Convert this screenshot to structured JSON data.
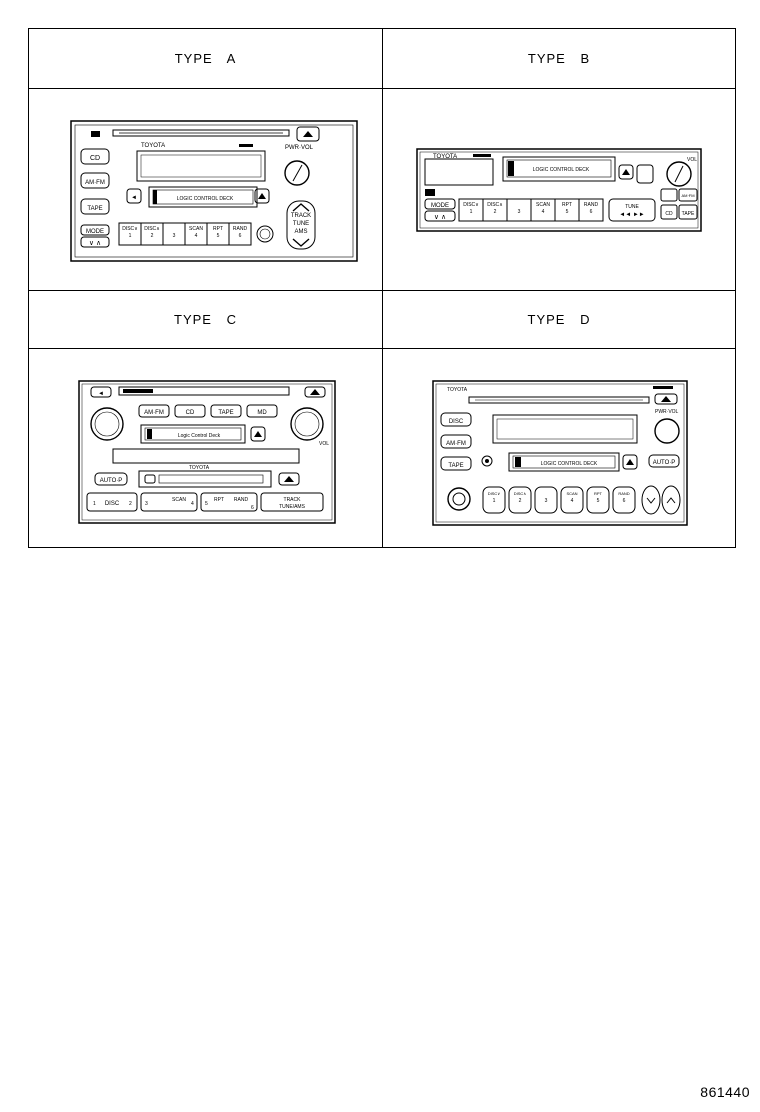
{
  "types": {
    "a": {
      "header": "TYPE A"
    },
    "b": {
      "header": "TYPE B"
    },
    "c": {
      "header": "TYPE C"
    },
    "d": {
      "header": "TYPE D"
    }
  },
  "radio_a": {
    "brand": "TOYOTA",
    "knob": "PWR·VOL",
    "cd": "CD",
    "amfm": "AM·FM",
    "tape": "TAPE",
    "mode": "MODE",
    "deck": "LOGIC CONTROL DECK",
    "track": "TRACK",
    "tune": "TUNE",
    "ams": "AMS",
    "disc_down": "DISC∨",
    "disc_up": "DISC∧",
    "scan": "SCAN",
    "rpt": "RPT",
    "rand": "RAND",
    "p1": "1",
    "p2": "2",
    "p3": "3",
    "p4": "4",
    "p5": "5",
    "p6": "6"
  },
  "radio_b": {
    "brand": "TOYOTA",
    "deck": "LOGIC CONTROL DECK",
    "mode": "MODE",
    "vol": "VOL",
    "amfm": "AM·FM",
    "cd": "CD",
    "tape": "TAPE",
    "tune": "TUNE",
    "disc_down": "DISC∨",
    "disc_up": "DISC∧",
    "scan": "SCAN",
    "rpt": "RPT",
    "rand": "RAND",
    "p1": "1",
    "p2": "2",
    "p3": "3",
    "p4": "4",
    "p5": "5",
    "p6": "6"
  },
  "radio_c": {
    "brand": "TOYOTA",
    "amfm": "AM·FM",
    "cd": "CD",
    "tape": "TAPE",
    "md": "MD",
    "deck": "Logic Control Deck",
    "vol": "VOL",
    "auto_p": "AUTO·P",
    "disc": "DISC",
    "scan": "SCAN",
    "rpt": "RPT",
    "rand": "RAND",
    "track": "TRACK",
    "tune": "TUNE/AMS",
    "p1": "1",
    "p2": "2",
    "p3": "3",
    "p4": "4",
    "p5": "5",
    "p6": "6"
  },
  "radio_d": {
    "brand": "TOYOTA",
    "knob": "PWR·VOL",
    "disc": "DISC",
    "amfm": "AM·FM",
    "tape": "TAPE",
    "deck": "LOGIC CONTROL DECK",
    "auto_p": "AUTO·P",
    "disc_down": "DISC∨",
    "disc_up": "DISC∧",
    "scan": "SCAN",
    "rpt": "RPT",
    "rand": "RAND",
    "p1": "1",
    "p2": "2",
    "p3": "3",
    "p4": "4",
    "p5": "5",
    "p6": "6"
  },
  "figure_code": "861440"
}
